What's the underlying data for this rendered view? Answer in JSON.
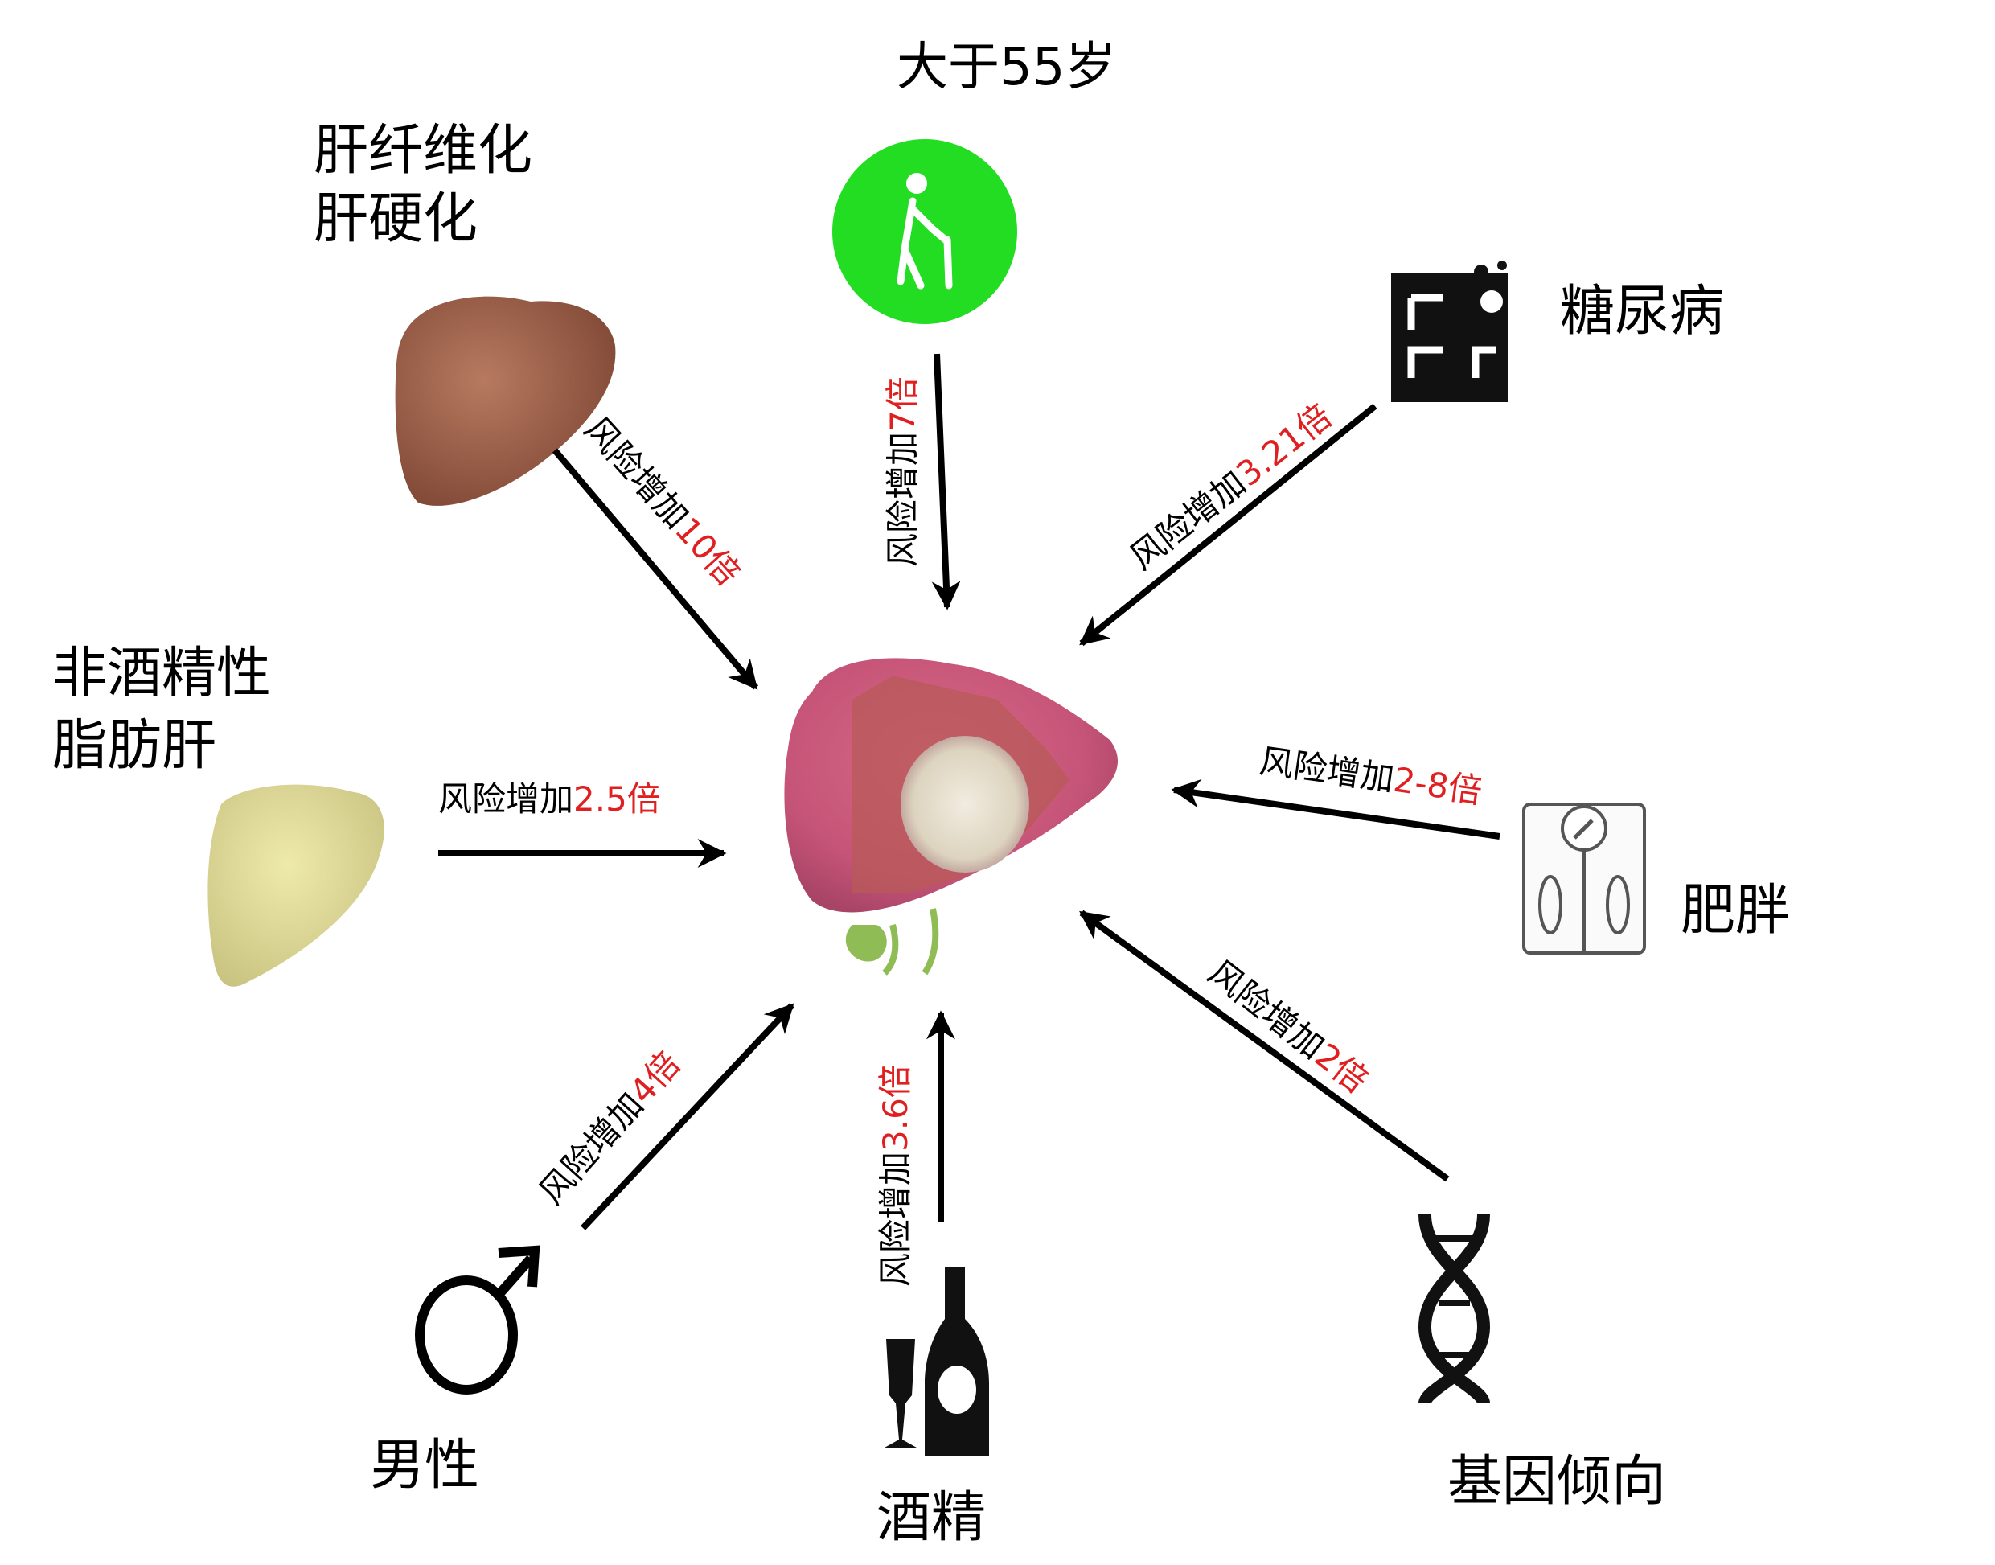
{
  "center": {
    "name": "liver-cancer"
  },
  "risk_prefix": "风险增加",
  "factors": [
    {
      "id": "age",
      "label": "大于55岁",
      "multiplier": "7倍",
      "icon": "elderly-person-icon",
      "icon_color": "#22dd22"
    },
    {
      "id": "cirrhosis",
      "label_line1": "肝纤维化",
      "label_line2": "肝硬化",
      "multiplier": "10倍",
      "icon": "cirrhotic-liver-icon"
    },
    {
      "id": "diabetes",
      "label": "糖尿病",
      "multiplier": "3.21倍",
      "icon": "glucose-test-icon"
    },
    {
      "id": "nafld",
      "label_line1": "非酒精性",
      "label_line2": "脂肪肝",
      "multiplier": "2.5倍",
      "icon": "fatty-liver-icon"
    },
    {
      "id": "obesity",
      "label": "肥胖",
      "multiplier": "2-8倍",
      "icon": "bathroom-scale-icon"
    },
    {
      "id": "male",
      "label": "男性",
      "multiplier": "4倍",
      "icon": "male-symbol-icon"
    },
    {
      "id": "alcohol",
      "label": "酒精",
      "multiplier": "3.6倍",
      "icon": "wine-bottle-icon"
    },
    {
      "id": "genetics",
      "label": "基因倾向",
      "multiplier": "2倍",
      "icon": "dna-helix-icon"
    }
  ],
  "colors": {
    "multiplier": "#e02020",
    "arrow": "#000000",
    "age_badge": "#22dd22"
  }
}
